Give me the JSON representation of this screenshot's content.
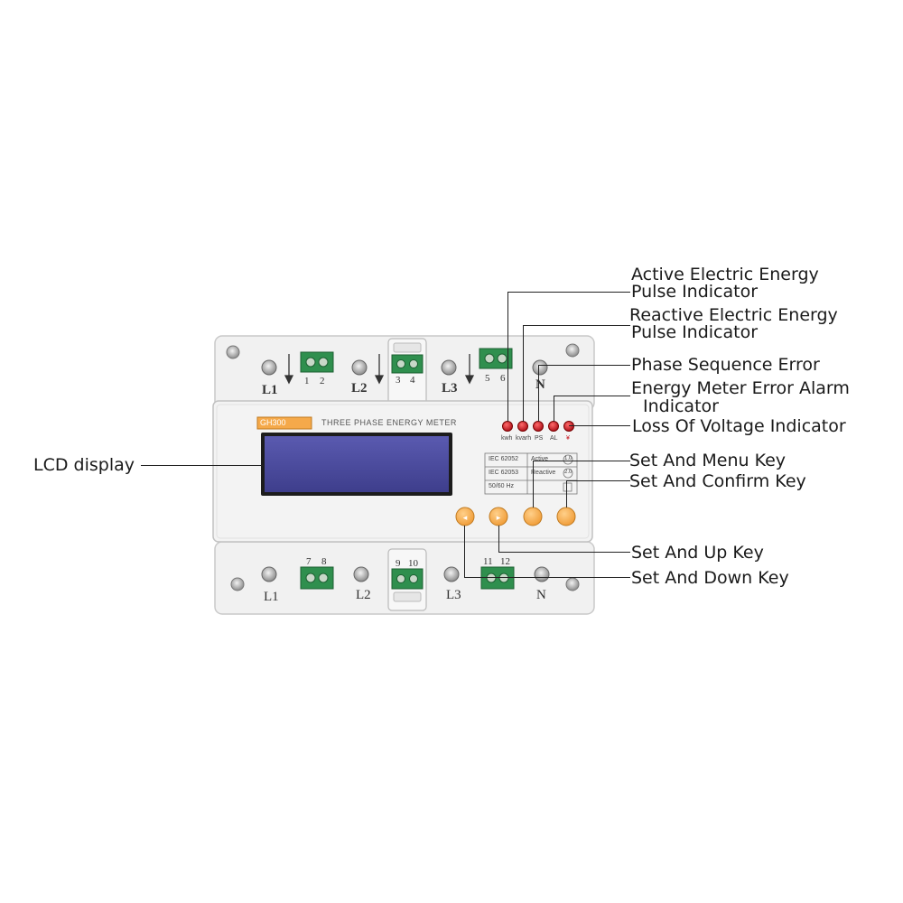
{
  "meter": {
    "model": "GH300",
    "title": "THREE PHASE ENERGY METER",
    "top_terminals": [
      "L1",
      "L2",
      "L3",
      "N"
    ],
    "bottom_terminals": [
      "L1",
      "L2",
      "L3",
      "N"
    ],
    "top_pin_numbers": [
      "1",
      "2",
      "3",
      "4",
      "5",
      "6"
    ],
    "bottom_pin_numbers": [
      "7",
      "8",
      "9",
      "10",
      "11",
      "12"
    ],
    "indicator_labels": [
      "kwh",
      "kvarh",
      "PS",
      "AL",
      "¥"
    ],
    "spec_rows": [
      {
        "standard": "IEC 62052",
        "type": "Active",
        "class": "1.0"
      },
      {
        "standard": "IEC 62053",
        "type": "Reactive",
        "class": "2.0"
      },
      {
        "standard": "50/60 Hz",
        "type": "",
        "class": ""
      }
    ]
  },
  "callouts": {
    "active_pulse": [
      "Active Electric Energy",
      "Pulse Indicator"
    ],
    "reactive_pulse": [
      "Reactive Electric Energy",
      "Pulse Indicator"
    ],
    "phase_sequence": "Phase Sequence Error",
    "alarm": [
      "Energy Meter Error Alarm",
      "Indicator"
    ],
    "loss_voltage": "Loss Of Voltage Indicator",
    "menu_key": "Set And Menu Key",
    "confirm_key": "Set And Confirm Key",
    "up_key": "Set And Up Key",
    "down_key": "Set And Down Key",
    "lcd": "LCD display"
  },
  "colors": {
    "lcd": "#4a4a9e",
    "green_block": "#2f8f4e",
    "indicator": "#c8141e",
    "key": "#f5a94a",
    "housing": "#eeeeee"
  }
}
